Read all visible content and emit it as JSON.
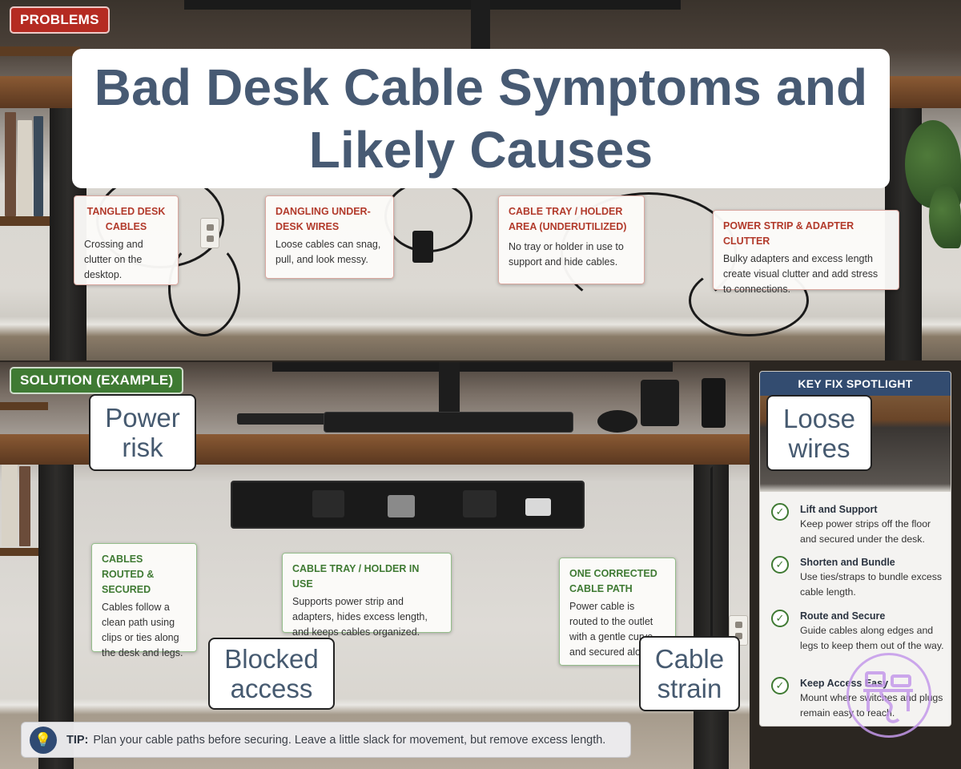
{
  "badges": {
    "problems": "PROBLEMS",
    "solution": "SOLUTION (EXAMPLE)"
  },
  "title": {
    "line1": "Bad Desk Cable Symptoms and",
    "line2": "Likely Causes"
  },
  "problem_cards": [
    {
      "title": "TANGLED DESK CABLES",
      "body": "Crossing and clutter on the desktop."
    },
    {
      "title": "DANGLING UNDER-DESK WIRES",
      "body": "Loose cables can snag, pull, and look messy."
    },
    {
      "title": "CABLE TRAY / HOLDER AREA (UNDERUTILIZED)",
      "body": "No tray or holder in use to support and hide cables."
    },
    {
      "title": "POWER STRIP & ADAPTER CLUTTER",
      "body": "Bulky adapters and excess length create visual clutter and add stress to connections."
    }
  ],
  "solution_cards": [
    {
      "title": "CABLES ROUTED & SECURED",
      "body": "Cables follow a clean path using clips or ties along the desk and legs."
    },
    {
      "title": "CABLE TRAY / HOLDER IN USE",
      "body": "Supports power strip and adapters, hides excess length, and keeps cables organized."
    },
    {
      "title": "ONE CORRECTED CABLE PATH",
      "body": "Power cable is routed to the outlet with a gentle curve and secured along th"
    }
  ],
  "big_labels": {
    "power_risk": "Power risk",
    "loose_wires": "Loose wires",
    "blocked_access": "Blocked access",
    "cable_strain": "Cable strain"
  },
  "spotlight": {
    "header": "KEY FIX SPOTLIGHT",
    "items": [
      {
        "title": "Lift and Support",
        "body": "Keep power strips off the floor and secured under the desk."
      },
      {
        "title": "Shorten and Bundle",
        "body": "Use ties/straps to bundle excess cable length."
      },
      {
        "title": "Route and Secure",
        "body": "Guide cables along edges and legs to keep them out of the way."
      },
      {
        "title": "Keep Access Easy",
        "body": "Mount where switches and plugs remain easy to reach."
      }
    ]
  },
  "tip": {
    "label": "TIP:",
    "text": "Plan your cable paths before securing. Leave a little slack for movement, but remove excess length."
  },
  "icons": {
    "check": "check-circle-icon",
    "tip": "lightbulb-icon",
    "logo": "desk-logo-watermark"
  },
  "colors": {
    "problem": "#b52b22",
    "solution": "#3f7a33",
    "title": "#475a73",
    "spotlight_header": "#334c70"
  }
}
